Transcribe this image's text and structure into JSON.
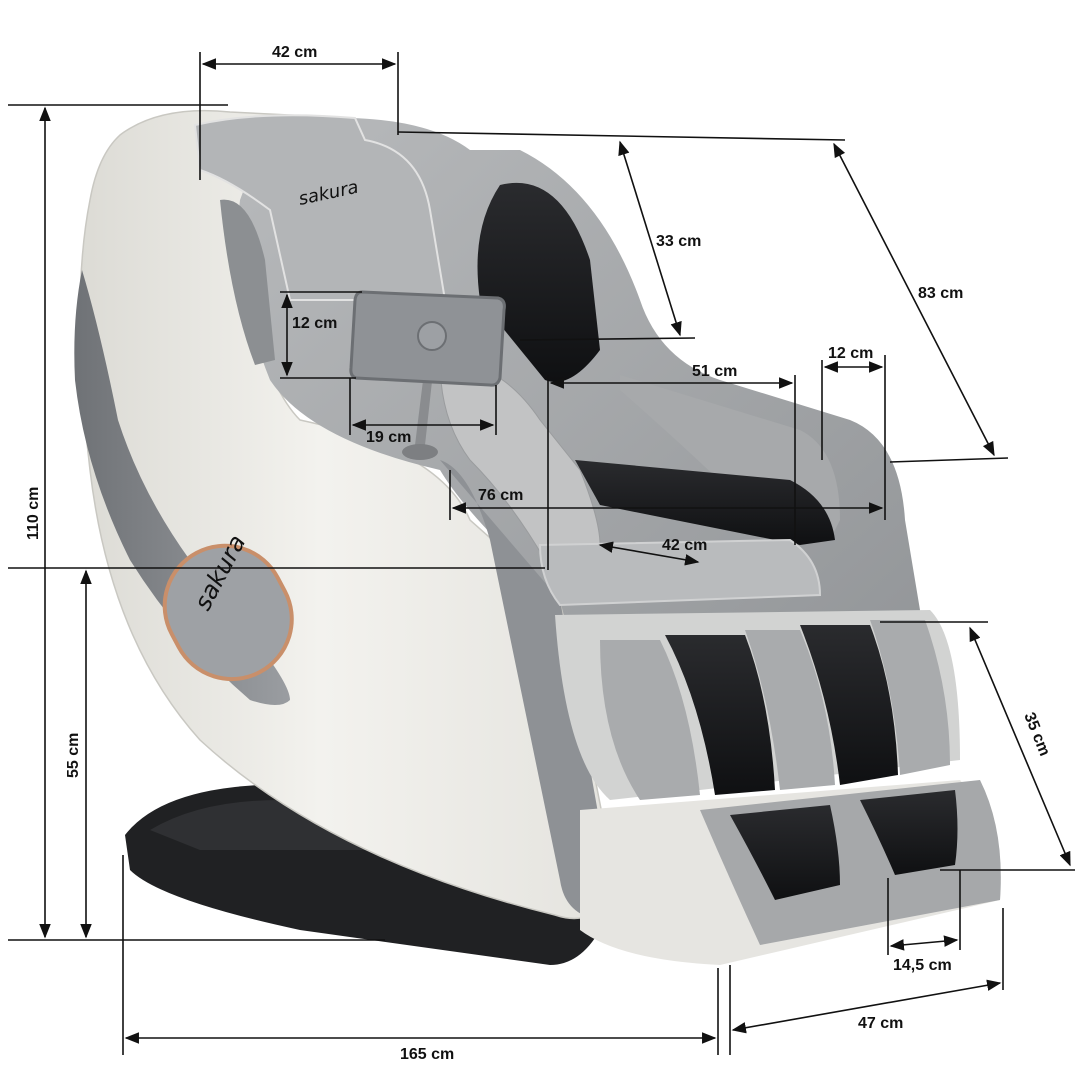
{
  "colors": {
    "shell_white": "#ecebe6",
    "shell_shadow": "#d6d5cf",
    "panel_grey": "#8a8d92",
    "upholstery_grey": "#a9abad",
    "upholstery_light": "#c4c5c6",
    "mesh_black": "#1b1c1e",
    "base_black": "#202123",
    "rose_gold": "#c98f6a",
    "dimension_line": "#111111"
  },
  "brand": {
    "headrest_logo": "sakura",
    "side_logo": "sakura"
  },
  "dimensions": {
    "headrest_width": "42 cm",
    "total_height": "110 cm",
    "seat_height": "55 cm",
    "backrest_depth": "33 cm",
    "backrest_length": "83 cm",
    "tablet_height": "12 cm",
    "tablet_width": "19 cm",
    "shoulder_width": "51 cm",
    "armrest_width": "12 cm",
    "inner_width": "76 cm",
    "seat_depth": "42 cm",
    "leg_rest_length": "35 cm",
    "foot_width": "14,5 cm",
    "total_width": "47 cm",
    "total_length": "165 cm"
  }
}
